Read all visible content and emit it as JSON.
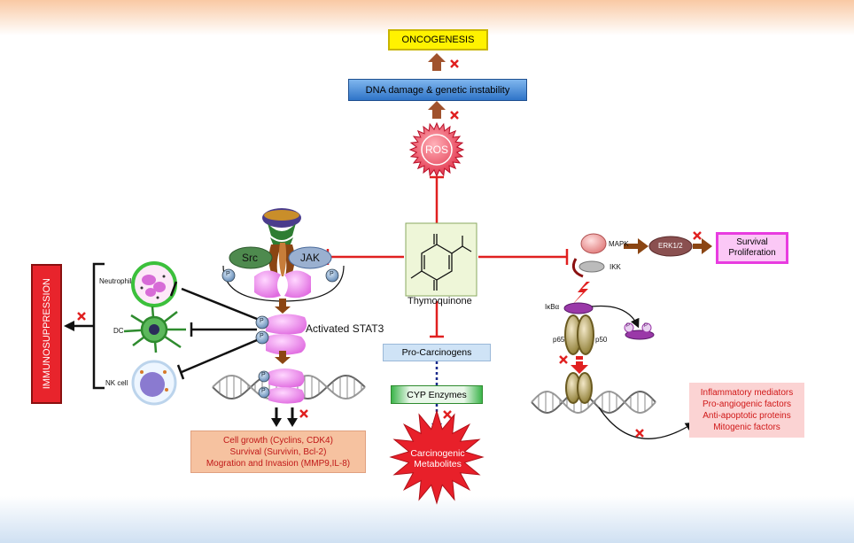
{
  "top": {
    "oncogenesis": "ONCOGENESIS",
    "dna_damage": "DNA damage & genetic instability",
    "ros": "ROS"
  },
  "center": {
    "drug": "Thymoquinone",
    "pro_carcinogens": "Pro-Carcinogens",
    "cyp": "CYP Enzymes",
    "metabolites_line1": "Carcinogenic",
    "metabolites_line2": "Metabolites"
  },
  "stat3": {
    "src": "Src",
    "jak": "JAK",
    "p": "P",
    "activated": "Activated STAT3",
    "outcomes": [
      "Cell growth (Cyclins, CDK4)",
      "Survival  (Survivin,  Bcl-2)",
      "Mogration and Invasion (MMP9,IL-8)"
    ]
  },
  "immune": {
    "immunosuppression": "IMMUNOSUPPRESSION",
    "neutrophil": "Neutrophil",
    "dc": "DC",
    "nk": "NK cell"
  },
  "nfkb": {
    "mapk": "MAPK",
    "ikk": "IKK",
    "erk": "ERK1/2",
    "survival_line1": "Survival",
    "survival_line2": "Proliferation",
    "ikba": "IκBα",
    "p65": "p65",
    "p50": "p50",
    "p": "P",
    "outcomes": [
      "Inflammatory mediators",
      "Pro-angiogenic factors",
      "Anti-apoptotic proteins",
      "Mitogenic factors"
    ]
  },
  "colors": {
    "inhibit_red": "#e02020",
    "ros_red": "#e8324a",
    "dna_box_blue": "#3f86d6",
    "onco_yellow": "#fff200",
    "stat3_pink": "#f08cf0",
    "immuno_red": "#e8242c",
    "survival_magenta": "#e83ce0",
    "metabolite_red": "#e8202a",
    "outcome_orange": "#f6c2a0",
    "outcome_pink": "#fbd3d3"
  }
}
